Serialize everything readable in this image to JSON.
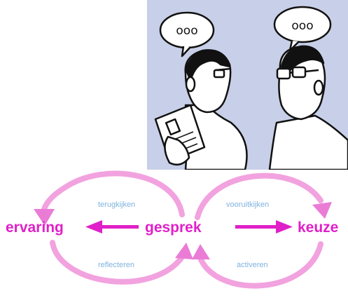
{
  "illustration": {
    "speech_bubble_left": "ooo",
    "speech_bubble_right": "ooo"
  },
  "cycle": {
    "center": "gesprek",
    "left": "ervaring",
    "right": "keuze",
    "top_left": "terugkijken",
    "bottom_left": "reflecteren",
    "top_right": "vooruitkijken",
    "bottom_right": "activeren"
  },
  "colors": {
    "main_pink": "#e020c8",
    "loop_pink": "#f4a6e0",
    "label_blue": "#7fb3e0",
    "panel_bg": "#c8cfe8"
  }
}
